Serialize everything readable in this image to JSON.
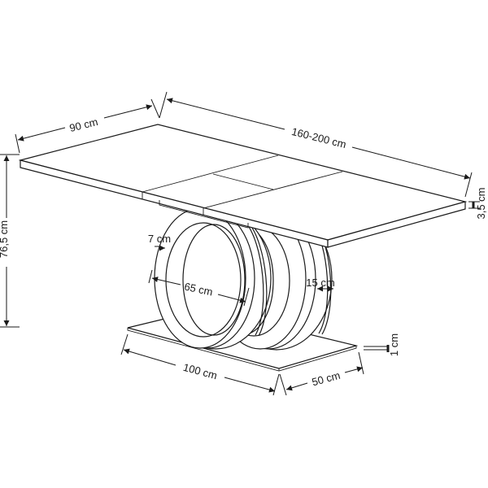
{
  "drawing": {
    "subject": "Extendable dining table with double-ring pedestal base",
    "line_color": "#1a1a1a",
    "background": "#ffffff"
  },
  "dimensions": {
    "top_depth": "90 cm",
    "top_length": "160-200 cm",
    "top_thickness": "3,5 cm",
    "height": "76,5 cm",
    "ring_thickness": "7 cm",
    "ring_diameter": "65 cm",
    "ring_width": "15 cm",
    "base_length": "100 cm",
    "base_width": "50 cm",
    "base_thickness": "1 cm"
  }
}
